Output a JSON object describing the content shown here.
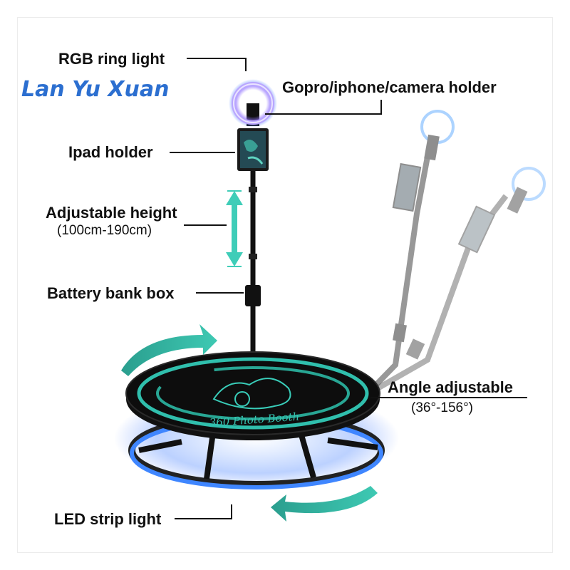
{
  "brand": {
    "logo_text": "Lan Yu Xuan"
  },
  "labels": {
    "rgb_ring_light": "RGB ring light",
    "camera_holder": "Gopro/iphone/camera holder",
    "ipad_holder": "Ipad holder",
    "adjustable_height": "Adjustable height",
    "adjustable_height_range": "(100cm-190cm)",
    "battery_bank_box": "Battery bank box",
    "angle_adjustable": "Angle adjustable",
    "angle_range": "(36°-156°)",
    "led_strip_light": "LED strip light"
  },
  "platform_print": "360 Photo Booth",
  "colors": {
    "accent_teal": "#2bb7a3",
    "ring_glow": "#7f5bff",
    "led_blue": "#2f7bff",
    "platform_black": "#0d0d0d",
    "logo_blue": "#2c6fd0"
  }
}
